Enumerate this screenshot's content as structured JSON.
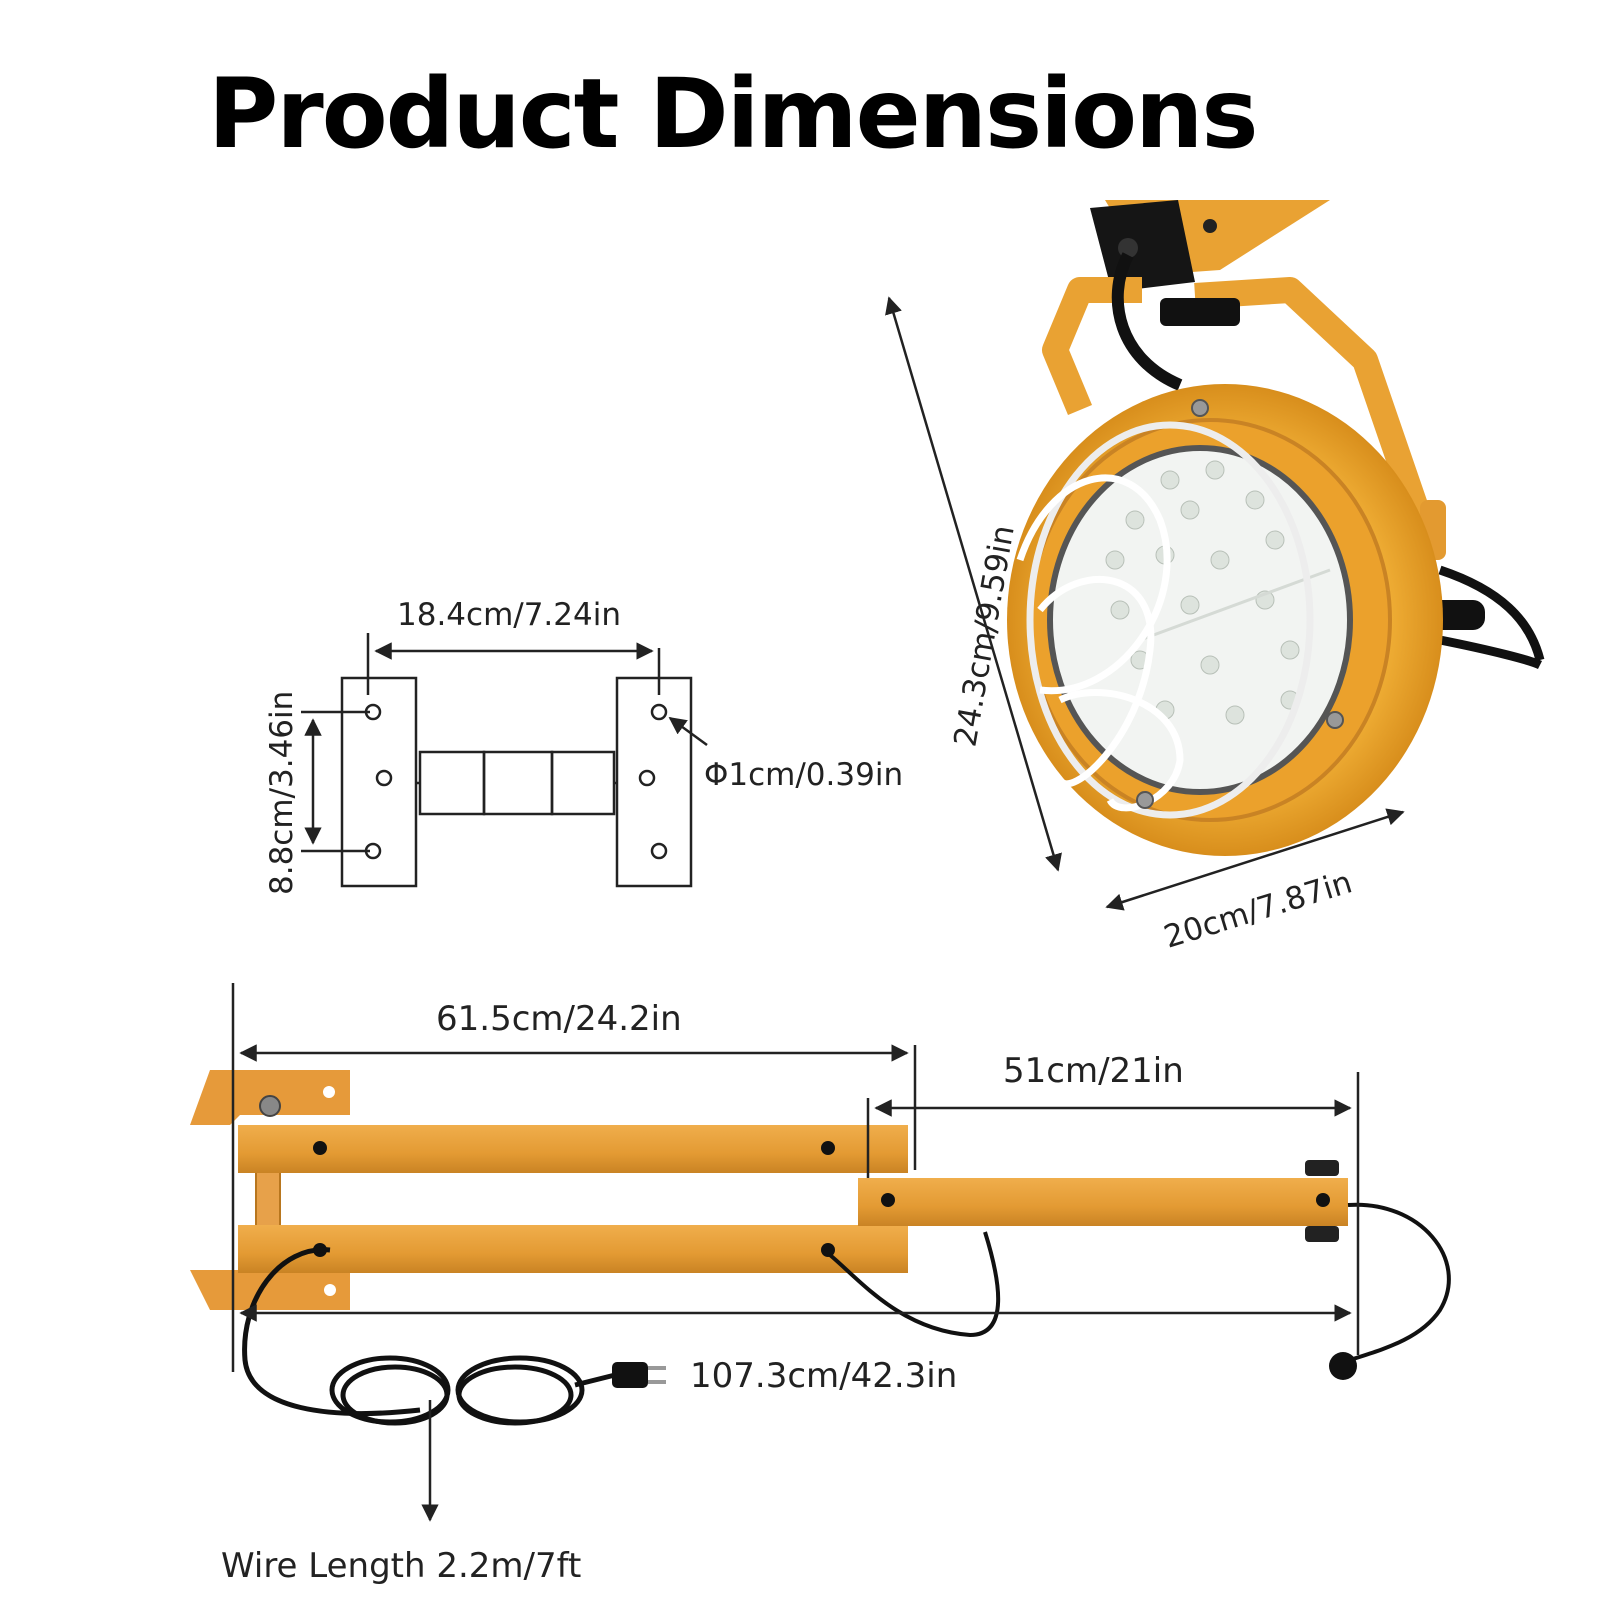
{
  "title": "Product Dimensions",
  "colors": {
    "arm": "#E8A13A",
    "arm_dark": "#C98324",
    "lamp_body": "#F0A828",
    "cable": "#111111",
    "lens": "#F2F4F2",
    "line": "#222222"
  },
  "dimensions": {
    "bracket_width": "18.4cm/7.24in",
    "bracket_height": "8.8cm/3.46in",
    "hole_diameter": "Φ1cm/0.39in",
    "lamp_height": "24.3cm/9.59in",
    "lamp_width": "20cm/7.87in",
    "arm_first_section": "61.5cm/24.2in",
    "arm_second_section": "51cm/21in",
    "arm_total_length": "107.3cm/42.3in",
    "wire_length": "Wire Length 2.2m/7ft"
  }
}
